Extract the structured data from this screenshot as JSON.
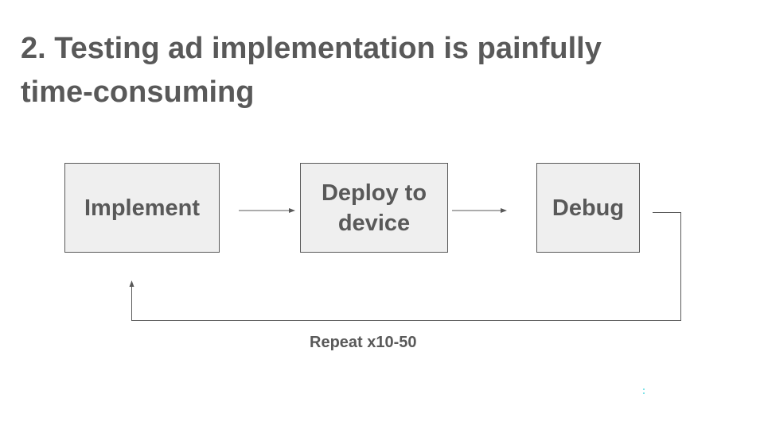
{
  "slide": {
    "title_lines": [
      "2. Testing ad implementation is painfully",
      "time-consuming"
    ]
  },
  "flow": {
    "steps": [
      {
        "id": "implement",
        "label_lines": [
          "Implement"
        ]
      },
      {
        "id": "deploy",
        "label_lines": [
          "Deploy to",
          "device"
        ]
      },
      {
        "id": "debug",
        "label_lines": [
          "Debug"
        ]
      }
    ],
    "loop_label": "Repeat x10-50"
  },
  "colors": {
    "text": "#595959",
    "box_fill": "#efefef",
    "box_border": "#595959",
    "connector": "#595959",
    "speck": "#7fe3e8"
  }
}
